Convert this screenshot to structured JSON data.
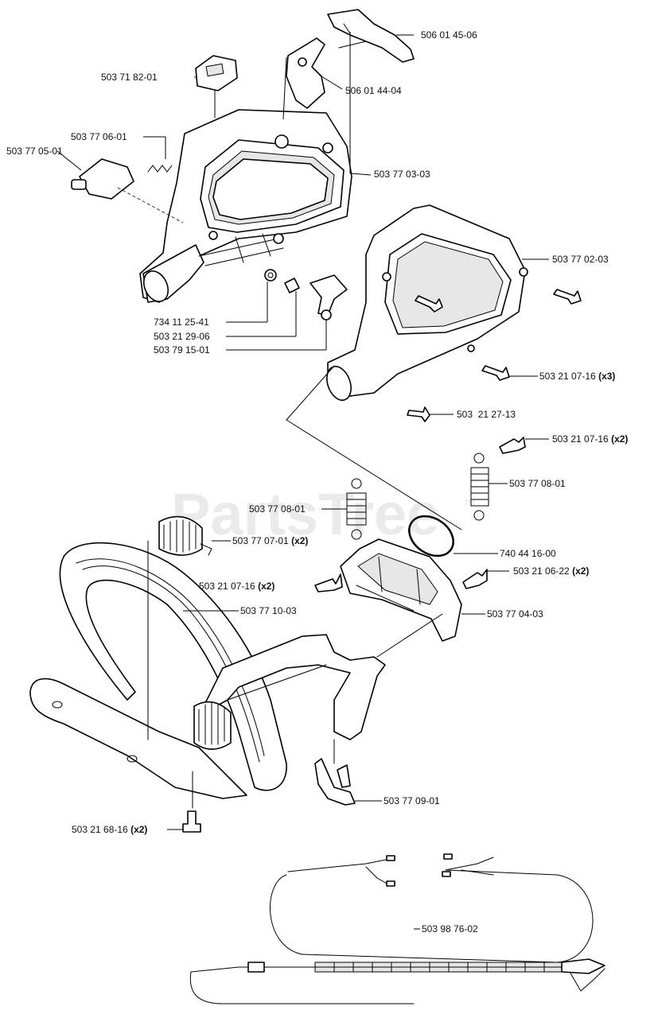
{
  "watermark": {
    "text": "PartsTree",
    "tm": "™"
  },
  "parts": [
    {
      "id": "p1",
      "number": "506 01 45-06",
      "qty": ""
    },
    {
      "id": "p2",
      "number": "503 71 82-01",
      "qty": ""
    },
    {
      "id": "p3",
      "number": "506 01 44-04",
      "qty": ""
    },
    {
      "id": "p4",
      "number": "503 77 06-01",
      "qty": ""
    },
    {
      "id": "p5",
      "number": "503 77 05-01",
      "qty": ""
    },
    {
      "id": "p6",
      "number": "503 77 03-03",
      "qty": ""
    },
    {
      "id": "p7",
      "number": "503 77 02-03",
      "qty": ""
    },
    {
      "id": "p8",
      "number": "734 11 25-41",
      "qty": ""
    },
    {
      "id": "p9",
      "number": "503 21 29-06",
      "qty": ""
    },
    {
      "id": "p10",
      "number": "503 79 15-01",
      "qty": ""
    },
    {
      "id": "p11",
      "number": "503 21 07-16",
      "qty": "(x3)"
    },
    {
      "id": "p12",
      "number": "503  21 27-13",
      "qty": ""
    },
    {
      "id": "p13",
      "number": "503 21 07-16",
      "qty": "(x2)"
    },
    {
      "id": "p14",
      "number": "503 77 08-01",
      "qty": ""
    },
    {
      "id": "p15",
      "number": "503 77 08-01",
      "qty": ""
    },
    {
      "id": "p16",
      "number": "503 77 07-01",
      "qty": "(x2)"
    },
    {
      "id": "p17",
      "number": "740 44 16-00",
      "qty": ""
    },
    {
      "id": "p18",
      "number": "503 21 07-16",
      "qty": "(x2)"
    },
    {
      "id": "p19",
      "number": "503 21 06-22",
      "qty": "(x2)"
    },
    {
      "id": "p20",
      "number": "503 77 10-03",
      "qty": ""
    },
    {
      "id": "p21",
      "number": "503 77 04-03",
      "qty": ""
    },
    {
      "id": "p22",
      "number": "503 77 09-01",
      "qty": ""
    },
    {
      "id": "p23",
      "number": "503 21 68-16",
      "qty": "(x2)"
    },
    {
      "id": "p24",
      "number": "503 98 76-02",
      "qty": ""
    }
  ]
}
